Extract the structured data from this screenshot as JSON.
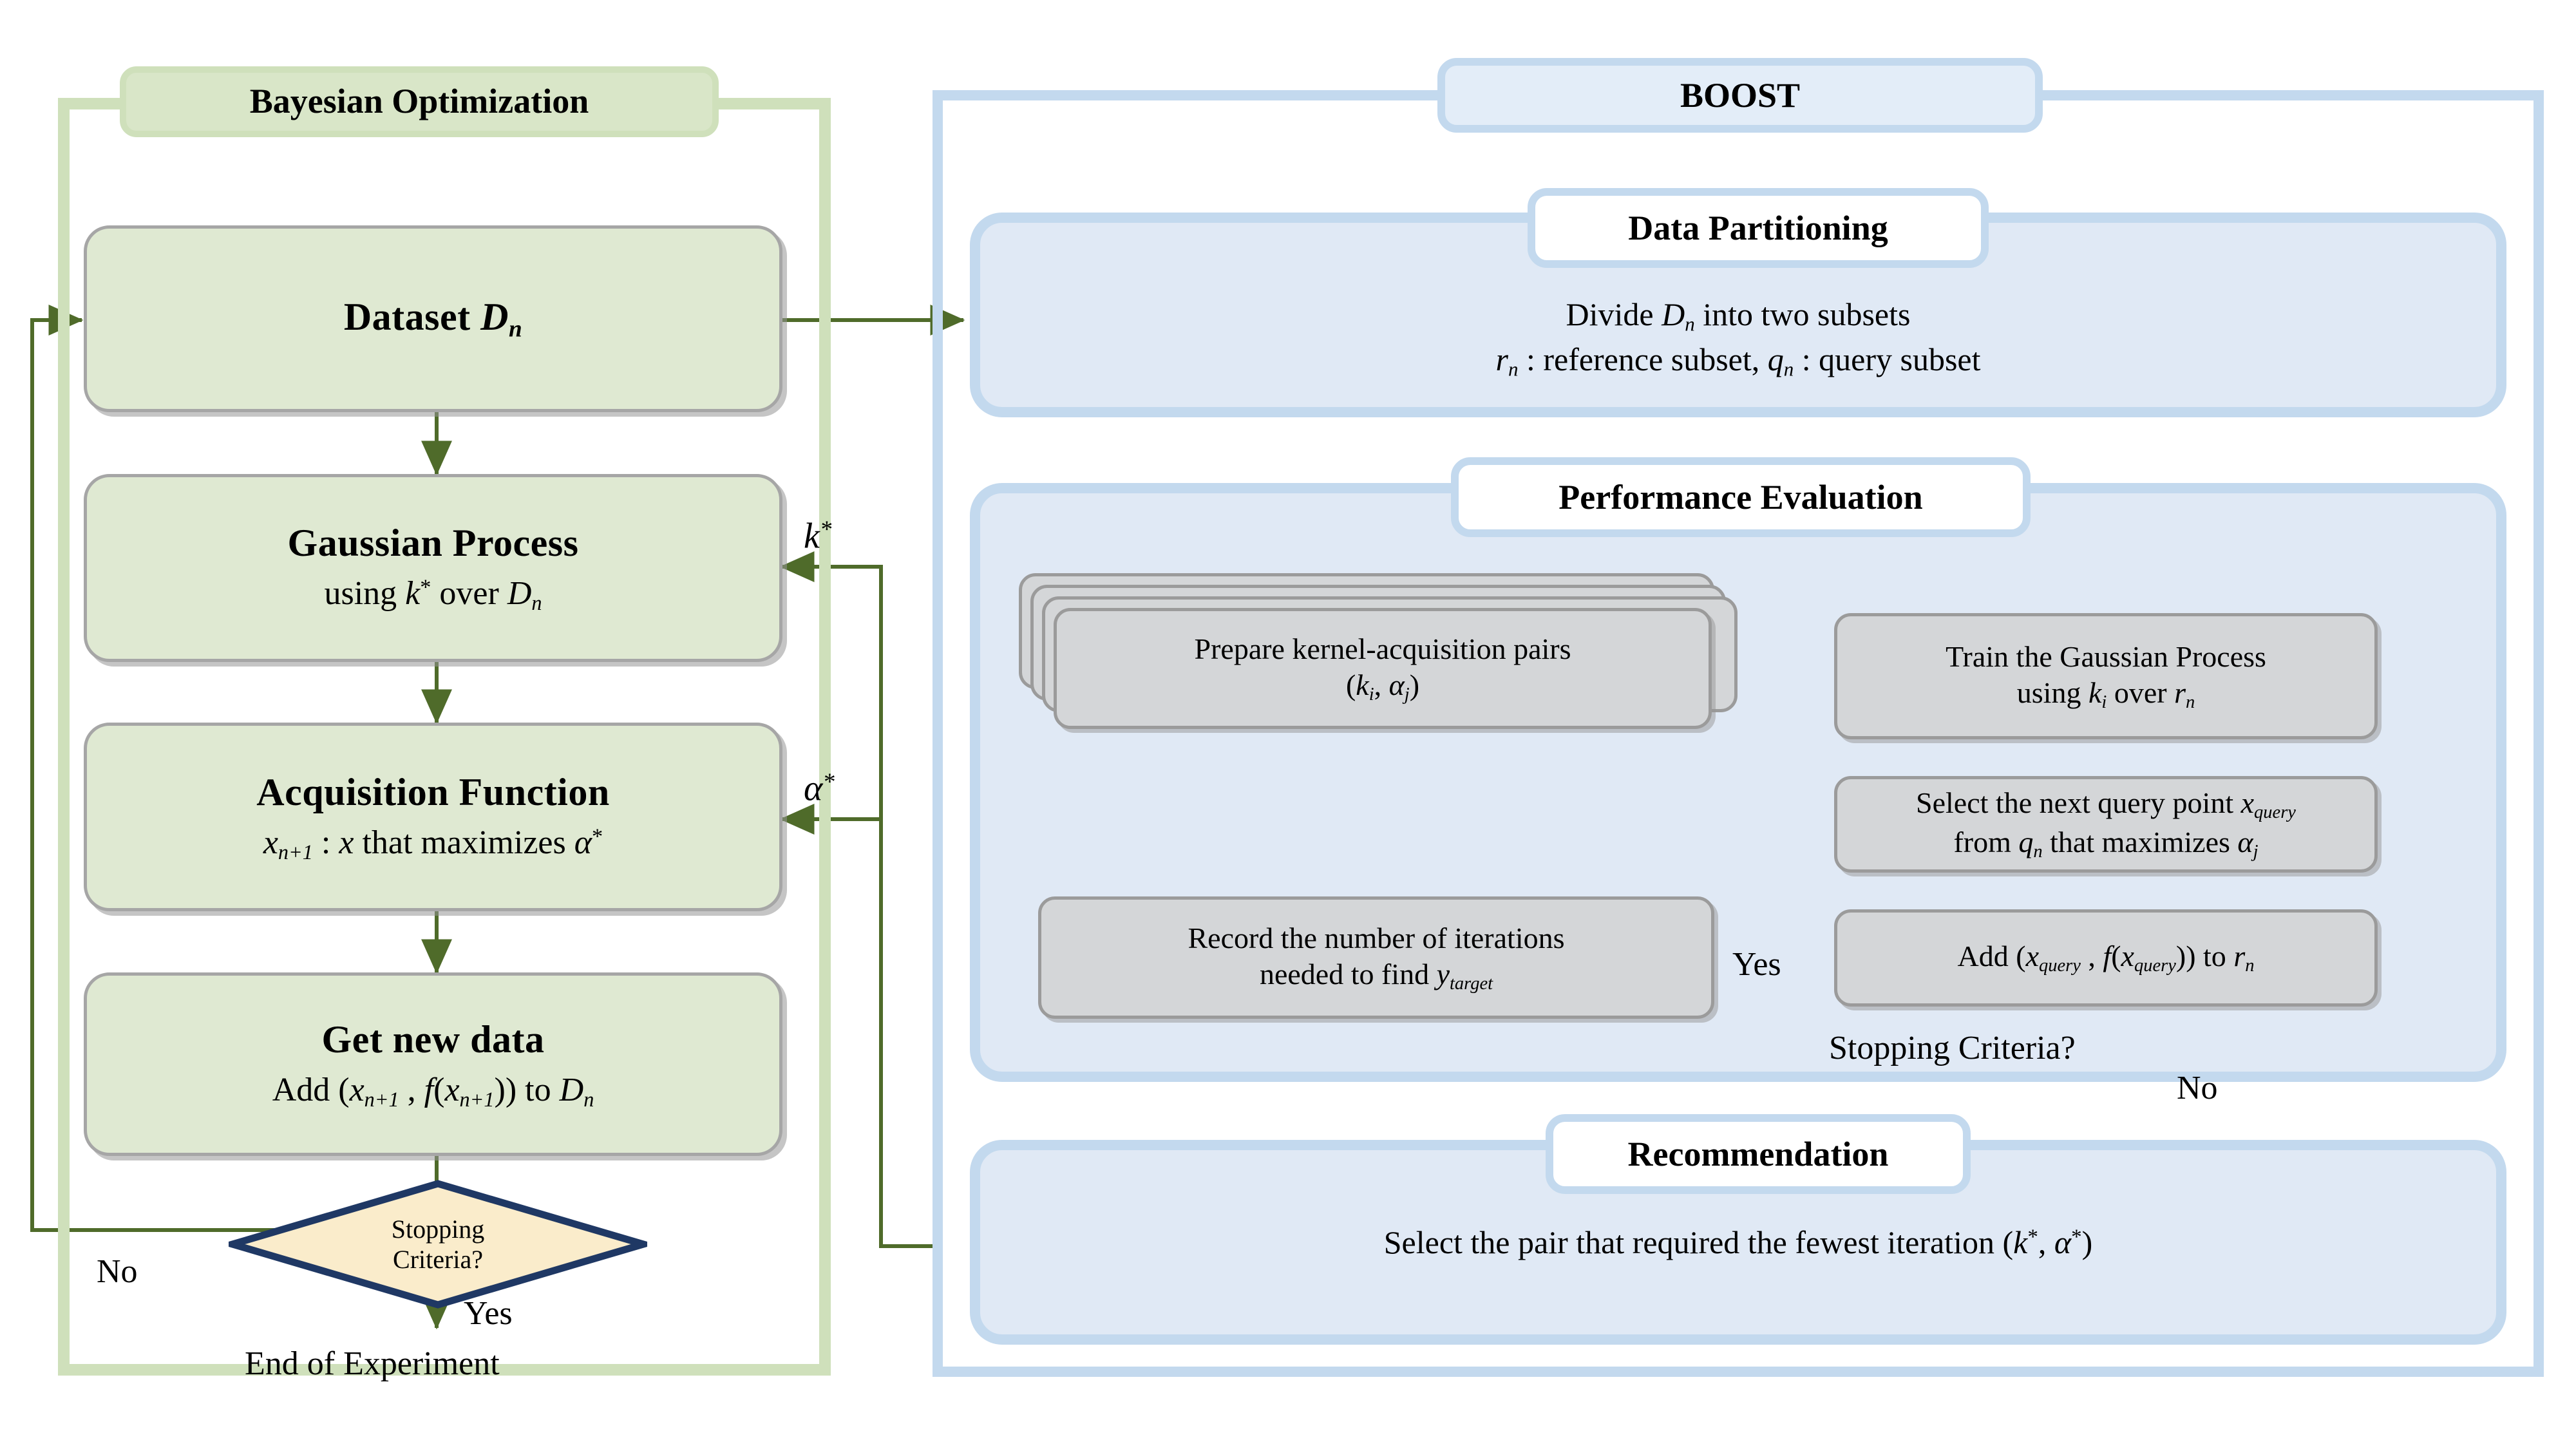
{
  "left_panel": {
    "frame_title": "Bayesian Optimization",
    "nodes": [
      {
        "id": "dataset",
        "title": "Dataset",
        "title_math": "D",
        "title_sub": "n",
        "subtitle": ""
      },
      {
        "id": "gaussian-process",
        "title": "Gaussian Process",
        "subtitle": "using k* over D_n"
      },
      {
        "id": "acquisition-function",
        "title": "Acquisition Function",
        "subtitle": "x_n+1 : x that maximizes α*"
      },
      {
        "id": "get-new-data",
        "title": "Get new data",
        "subtitle": "Add (x_n+1 , f(x_n+1)) to D_n"
      }
    ],
    "decision": {
      "line1": "Stopping",
      "line2": "Criteria?"
    },
    "branch_no": "No",
    "branch_yes": "Yes",
    "terminal": "End of Experiment",
    "feedback_labels": {
      "kernel": "k*",
      "acquisition": "α*"
    }
  },
  "right_panel": {
    "frame_title": "BOOST",
    "sections": [
      {
        "id": "data-partitioning",
        "title": "Data Partitioning",
        "line1": "Divide D_n into two subsets",
        "line2": "r_n : reference subset, q_n : query subset"
      },
      {
        "id": "performance-evaluation",
        "title": "Performance Evaluation",
        "boxes": [
          {
            "id": "prepare-pairs",
            "line1": "Prepare kernel-acquisition pairs",
            "line2": "(k_i, α_j)",
            "stacked": true
          },
          {
            "id": "train-gp",
            "line1": "Train the Gaussian Process",
            "line2": "using k_i over r_n"
          },
          {
            "id": "select-query-point",
            "line1": "Select the next query point x_query",
            "line2": "from q_n that maximizes α_j"
          },
          {
            "id": "add-query",
            "line1": "Add (x_query , f(x_query)) to r_n"
          },
          {
            "id": "record-iterations",
            "line1": "Record the number of iterations",
            "line2": "needed to find y_target"
          }
        ],
        "decision_label": "Stopping Criteria?",
        "branch_yes": "Yes",
        "branch_no": "No"
      },
      {
        "id": "recommendation",
        "title": "Recommendation",
        "line1": "Select the pair that required the fewest iteration (k*, α*)"
      }
    ]
  },
  "colors": {
    "green_frame": "#cfe0bb",
    "green_fill": "#dfe9d2",
    "green_arrow": "#4f6b2a",
    "blue_frame": "#c3d9ee",
    "blue_fill": "#e0e9f5",
    "blue_arrow": "#2f5f9e",
    "gray_fill": "#d4d6d8",
    "gray_border": "#9b9b9b",
    "diamond_fill": "#faeccb",
    "diamond_border": "#1f3864"
  }
}
